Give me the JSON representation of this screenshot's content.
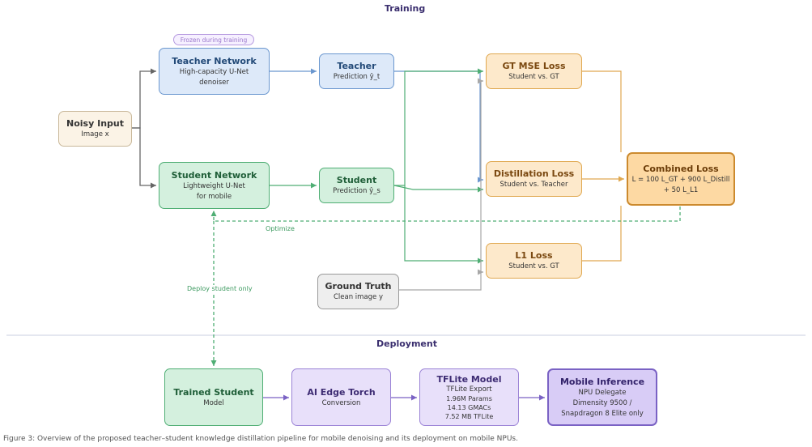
{
  "sections": {
    "training": "Training",
    "deployment": "Deployment"
  },
  "badge": "Frozen during training",
  "nodes": {
    "noisy_input": {
      "title": "Noisy Input",
      "lines": [
        "Image x"
      ]
    },
    "teacher_network": {
      "title": "Teacher Network",
      "lines": [
        "High-capacity U-Net",
        "denoiser"
      ]
    },
    "student_network": {
      "title": "Student Network",
      "lines": [
        "Lightweight U-Net",
        "for mobile"
      ]
    },
    "teacher_prediction": {
      "title": "Teacher",
      "lines": [
        "Prediction ŷ_t"
      ]
    },
    "student_prediction": {
      "title": "Student",
      "lines": [
        "Prediction ŷ_s"
      ]
    },
    "ground_truth": {
      "title": "Ground Truth",
      "lines": [
        "Clean image y"
      ]
    },
    "gt_mse_loss": {
      "title": "GT MSE Loss",
      "lines": [
        "Student vs. GT"
      ]
    },
    "distillation_loss": {
      "title": "Distillation Loss",
      "lines": [
        "Student vs. Teacher"
      ]
    },
    "l1_loss": {
      "title": "L1 Loss",
      "lines": [
        "Student vs. GT"
      ]
    },
    "combined_loss": {
      "title": "Combined Loss",
      "lines": [
        "L = 100 L_GT + 900 L_Distill",
        "+ 50 L_L1"
      ]
    },
    "trained_student": {
      "title": "Trained Student",
      "lines": [
        "Model"
      ]
    },
    "ai_edge_torch": {
      "title": "AI Edge Torch",
      "lines": [
        "Conversion"
      ]
    },
    "tflite_model": {
      "title": "TFLite Model",
      "lines": [
        "TFLite Export",
        "1.96M Params",
        "14.13 GMACs",
        "7.52 MB TFLite"
      ]
    },
    "mobile_inference": {
      "title": "Mobile Inference",
      "lines": [
        "NPU Delegate",
        "Dimensity 9500 /",
        "Snapdragon 8 Elite only"
      ]
    }
  },
  "edge_labels": {
    "optimize": "Optimize",
    "deploy": "Deploy student only"
  },
  "caption": "Figure 3: Overview of the proposed teacher–student knowledge distillation pipeline for mobile denoising and its deployment on mobile NPUs.",
  "colors": {
    "gray_arrow": "#666666",
    "blue_arrow": "#6b97cf",
    "green_arrow": "#4fae74",
    "orange_line": "#e0a850",
    "purple_arrow": "#7a62c4",
    "light_gray_arrow": "#a8a8a8",
    "divider": "#c8cfe0"
  }
}
